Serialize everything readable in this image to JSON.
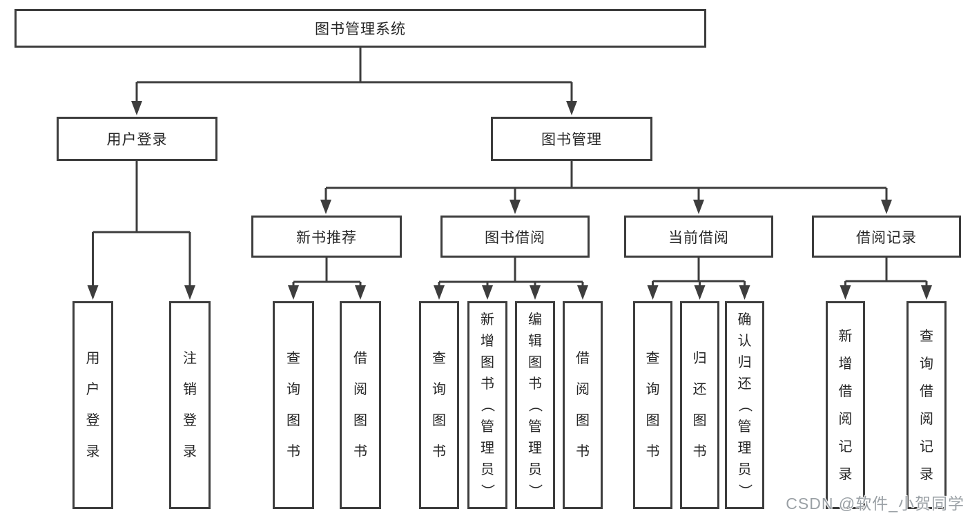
{
  "diagram": {
    "line_color": "#3d3d3d",
    "text_color": "#262626",
    "tree": {
      "label": "图书管理系统",
      "children": [
        {
          "label": "用户登录",
          "children": [
            {
              "label": "用户登录"
            },
            {
              "label": "注销登录"
            }
          ]
        },
        {
          "label": "图书管理",
          "children": [
            {
              "label": "新书推荐",
              "children": [
                {
                  "label": "查询图书"
                },
                {
                  "label": "借阅图书"
                }
              ]
            },
            {
              "label": "图书借阅",
              "children": [
                {
                  "label": "查询图书"
                },
                {
                  "label": "新增图书（管理员）"
                },
                {
                  "label": "编辑图书（管理员）"
                },
                {
                  "label": "借阅图书"
                }
              ]
            },
            {
              "label": "当前借阅",
              "children": [
                {
                  "label": "查询图书"
                },
                {
                  "label": "归还图书"
                },
                {
                  "label": "确认归还（管理员）"
                }
              ]
            },
            {
              "label": "借阅记录",
              "children": [
                {
                  "label": "新增借阅记录"
                },
                {
                  "label": "查询借阅记录"
                }
              ]
            }
          ]
        }
      ]
    }
  },
  "watermark": "CSDN @软件_小贺同学"
}
